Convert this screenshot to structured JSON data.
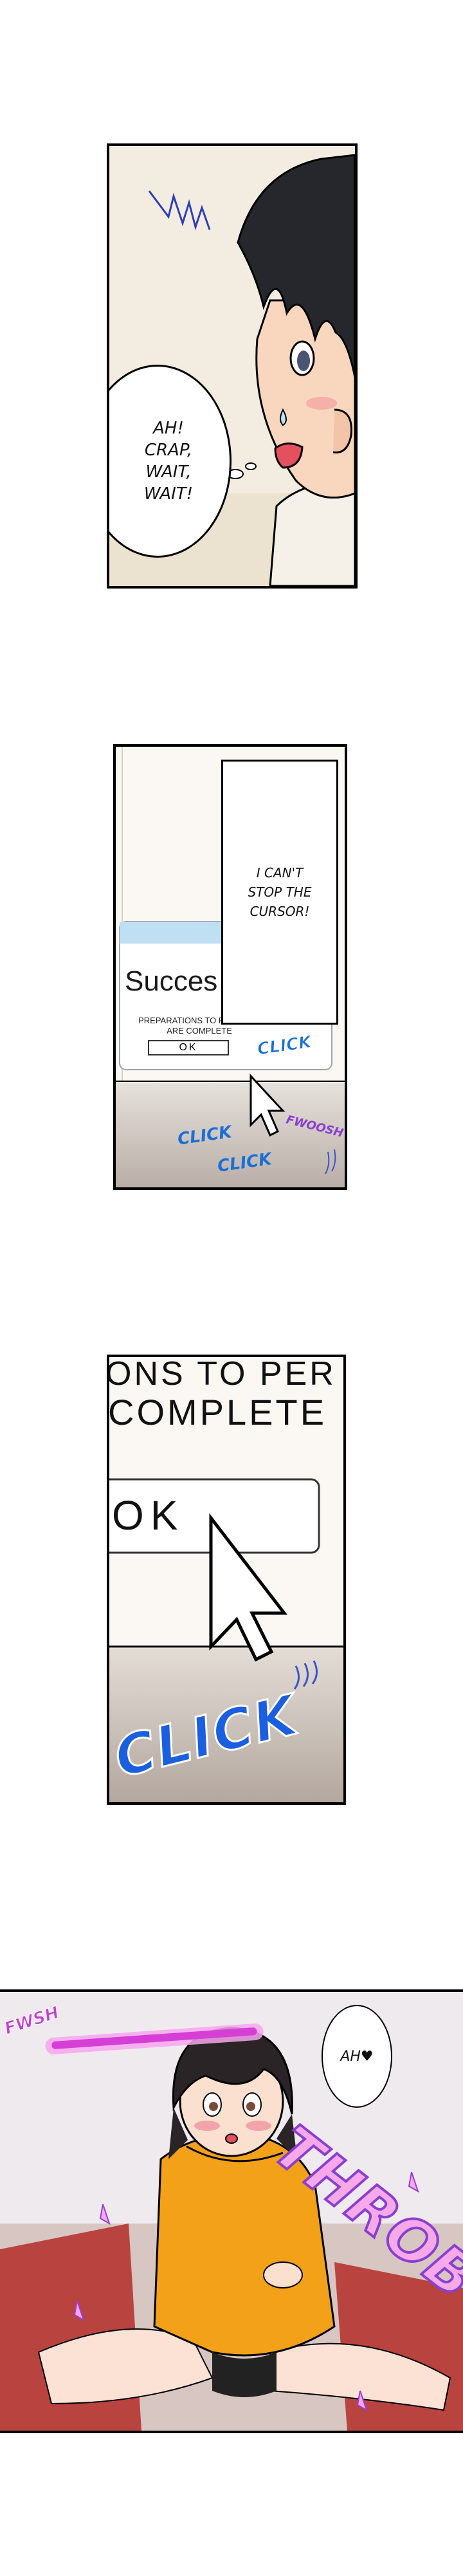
{
  "panel1": {
    "speech_lines": [
      "AH!",
      "CRAP,",
      "WAIT,",
      "WAIT!"
    ]
  },
  "panel2": {
    "caption_lines": [
      "I CAN'T",
      "STOP THE",
      "CURSOR!"
    ],
    "dialog_title": "Succes",
    "dialog_text_lines": [
      "PREPARATIONS TO PERFORM",
      "ARE COMPLETE"
    ],
    "ok_label": "OK",
    "sfx_click_1": "CLICK",
    "sfx_click_2": "CLICK",
    "sfx_click_3": "CLICK",
    "sfx_whoosh": "FWOOSH"
  },
  "panel3": {
    "line_1": "ONS TO PER",
    "line_2": "COMPLETE",
    "ok_label": "OK",
    "sfx_click": "CLICK"
  },
  "panel4": {
    "sfx_whsh": "FWSH",
    "speech": "AH♥",
    "sfx_throb": "THROB"
  },
  "colors": {
    "ink": "#000000",
    "sfx_blue": "#1a6fd6",
    "sfx_purple": "#8a3fd1",
    "throb_fill": "#f6a9e8",
    "hoodie": "#f3a118"
  }
}
